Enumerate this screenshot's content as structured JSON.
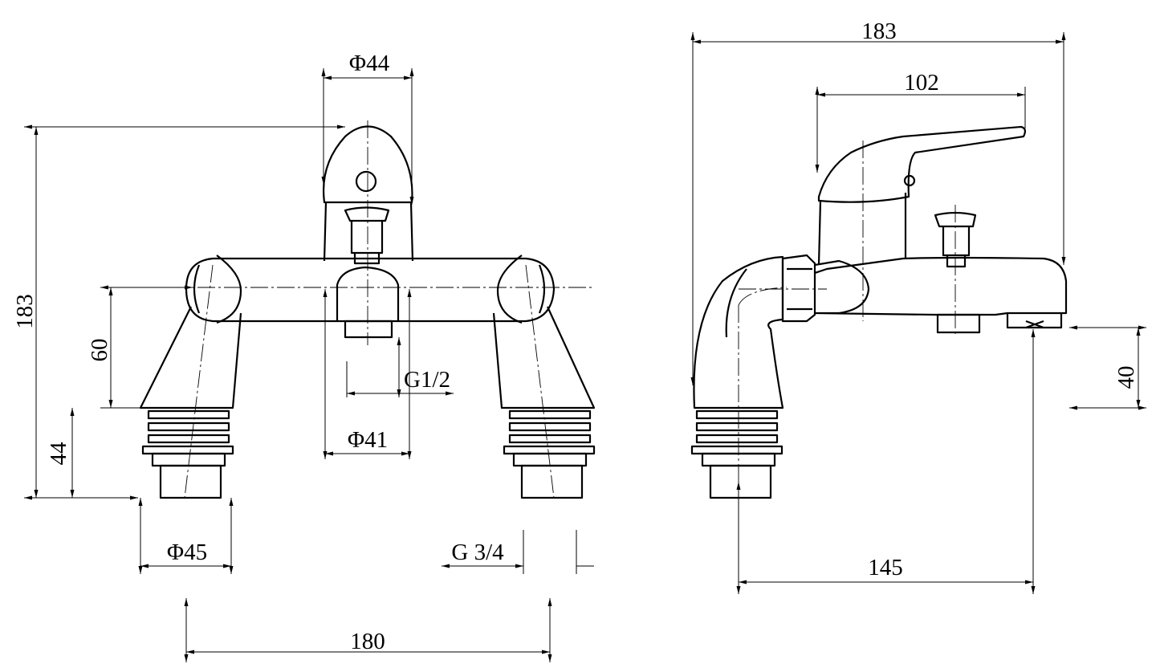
{
  "front_view": {
    "dim_handle_dia": "Φ44",
    "dim_height": "183",
    "dim_bar_height": "60",
    "dim_base_height": "44",
    "dim_outlet_thread": "G1/2",
    "dim_body_dia": "Φ41",
    "dim_base_dia": "Φ45",
    "dim_inlet_thread": "G 3/4",
    "dim_centers": "180"
  },
  "side_view": {
    "dim_depth": "183",
    "dim_lever": "102",
    "dim_projection": "145",
    "dim_outlet_height": "40"
  },
  "colors": {
    "line": "#000000",
    "background": "#ffffff"
  }
}
